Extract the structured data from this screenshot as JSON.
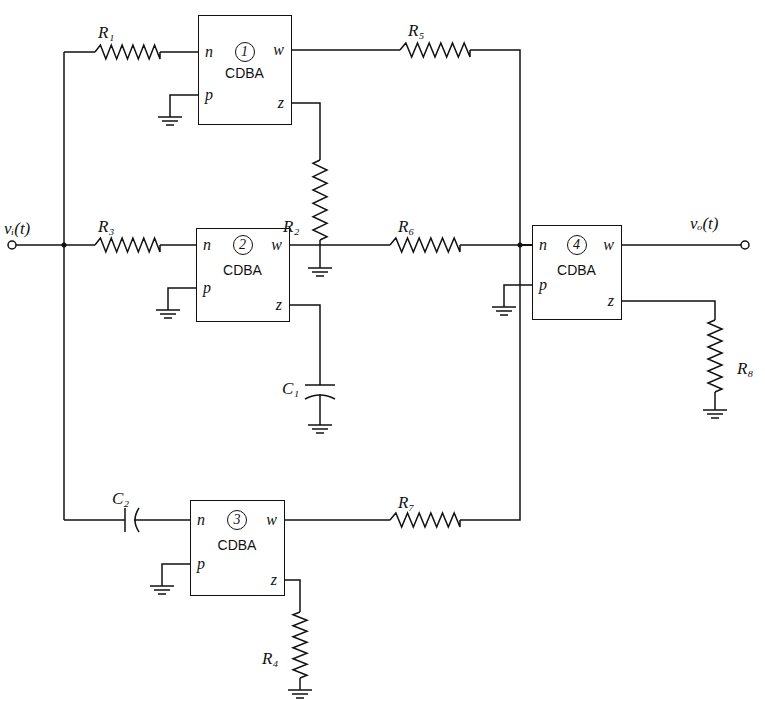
{
  "diagram": {
    "nodes": [
      {
        "text": [
          "n",
          "1",
          "w",
          "CDBA",
          "p",
          "z"
        ]
      },
      {
        "text": [
          "n",
          "2",
          "w",
          "CDBA",
          "p",
          "z"
        ]
      },
      {
        "text": [
          "n",
          "3",
          "w",
          "CDBA",
          "p",
          "z"
        ]
      },
      {
        "text": [
          "n",
          "4",
          "w",
          "CDBA",
          "p",
          "z"
        ]
      }
    ],
    "edges": [
      {
        "from": 0,
        "to": 3,
        "arrow": "none"
      },
      {
        "from": 1,
        "to": 3,
        "arrow": "none"
      },
      {
        "from": 2,
        "to": 3,
        "arrow": "none"
      }
    ],
    "labels": [
      "vᵢ(t)",
      "R₁",
      "R₅",
      "R₂",
      "R₃",
      "R₆",
      "C₁",
      "vₒ(t)",
      "R₈",
      "C₂",
      "R₇",
      "R₄"
    ]
  }
}
